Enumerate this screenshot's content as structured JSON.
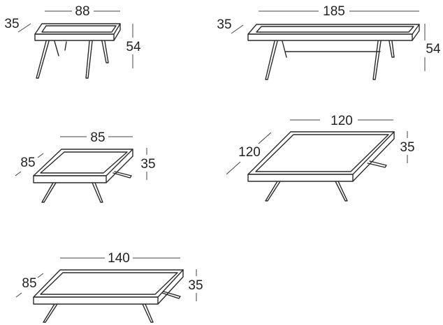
{
  "tables": [
    {
      "width": "88",
      "depth": "35",
      "height": "54"
    },
    {
      "width": "185",
      "depth": "35",
      "height": "54"
    },
    {
      "width": "85",
      "depth": "85",
      "height": "35"
    },
    {
      "width": "120",
      "depth": "120",
      "height": "35"
    },
    {
      "width": "140",
      "depth": "85",
      "height": "35"
    }
  ]
}
